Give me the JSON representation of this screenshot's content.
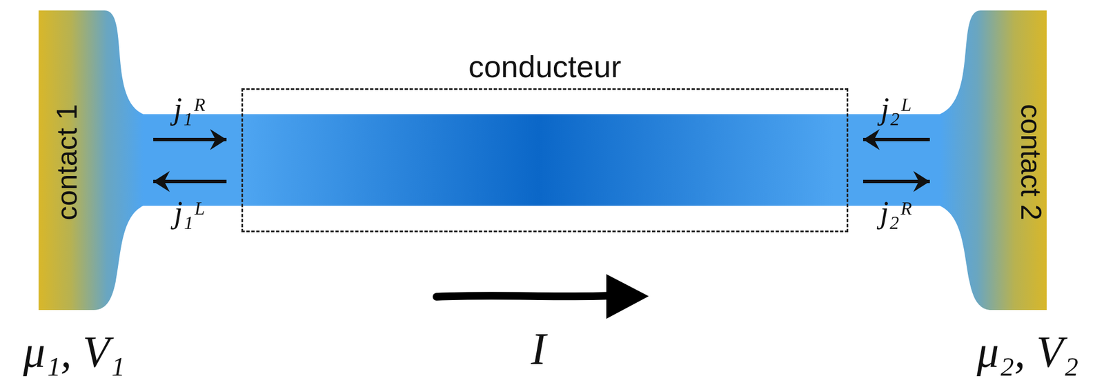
{
  "diagram": {
    "nodes": [
      {
        "text": [
          "contact 1"
        ]
      },
      {
        "text": [
          "conducteur"
        ]
      },
      {
        "text": [
          "contact 2"
        ]
      }
    ],
    "edges": [
      {
        "from": 0,
        "to": 1,
        "arrow": "to",
        "label": "j₁ᴿ"
      },
      {
        "from": 1,
        "to": 0,
        "arrow": "to",
        "label": "j₁ᴸ"
      },
      {
        "from": 2,
        "to": 1,
        "arrow": "to",
        "label": "j₂ᴸ"
      },
      {
        "from": 1,
        "to": 2,
        "arrow": "to",
        "label": "j₂ᴿ"
      }
    ],
    "labels": [
      "μ₁, V₁",
      "I",
      "μ₂, V₂"
    ]
  }
}
